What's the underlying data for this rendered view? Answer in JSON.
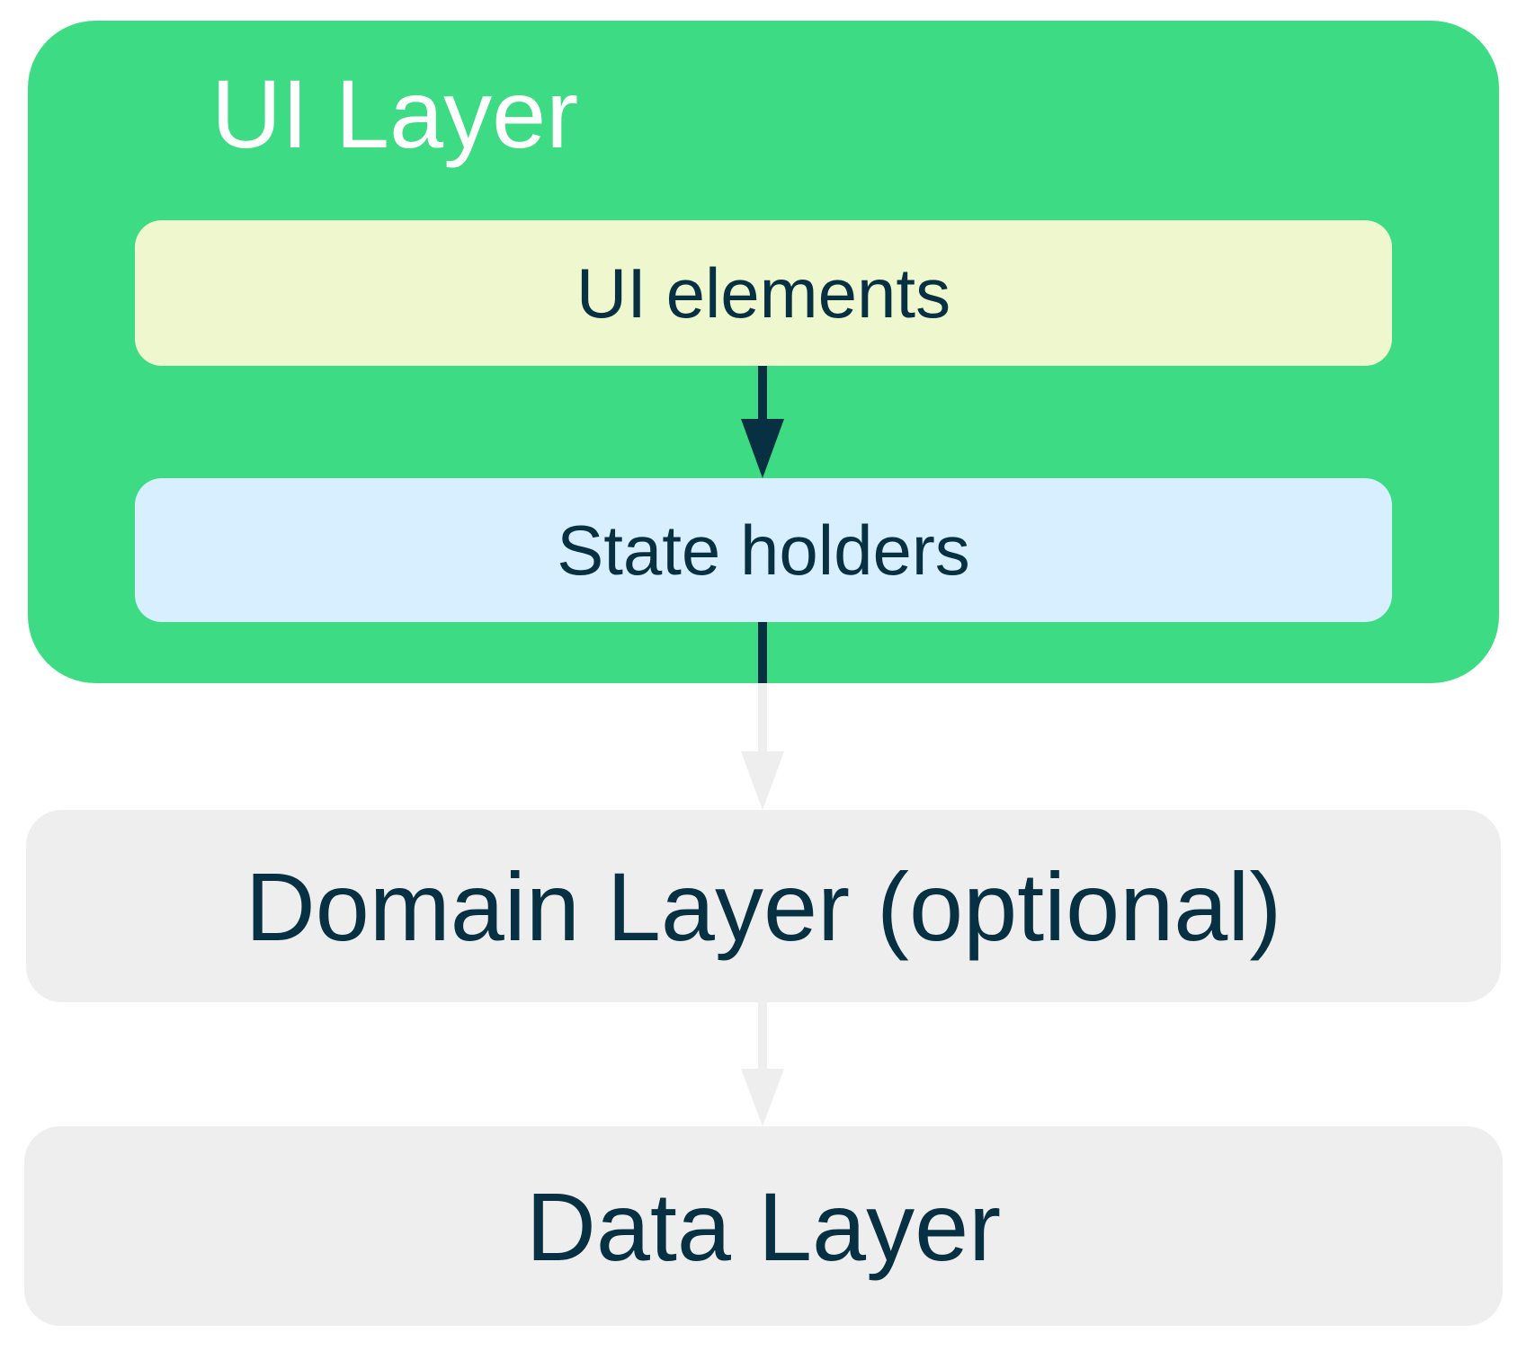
{
  "diagram": {
    "ui_layer": {
      "title": "UI Layer",
      "color": "#3ddc84",
      "title_color": "#ffffff",
      "ui_elements": {
        "label": "UI elements",
        "color": "#eff7cf"
      },
      "state_holders": {
        "label": "State holders",
        "color": "#d7effe"
      }
    },
    "domain_layer": {
      "label": "Domain Layer (optional)",
      "color": "#eeeeee"
    },
    "data_layer": {
      "label": "Data Layer",
      "color": "#eeeeee"
    },
    "text_color": "#073042",
    "arrows": [
      {
        "from": "UI elements",
        "to": "State holders",
        "color": "#073042"
      },
      {
        "from": "State holders",
        "to": "Domain Layer (optional)",
        "color": "#eeeeee"
      },
      {
        "from": "Domain Layer (optional)",
        "to": "Data Layer",
        "color": "#eeeeee"
      }
    ]
  }
}
